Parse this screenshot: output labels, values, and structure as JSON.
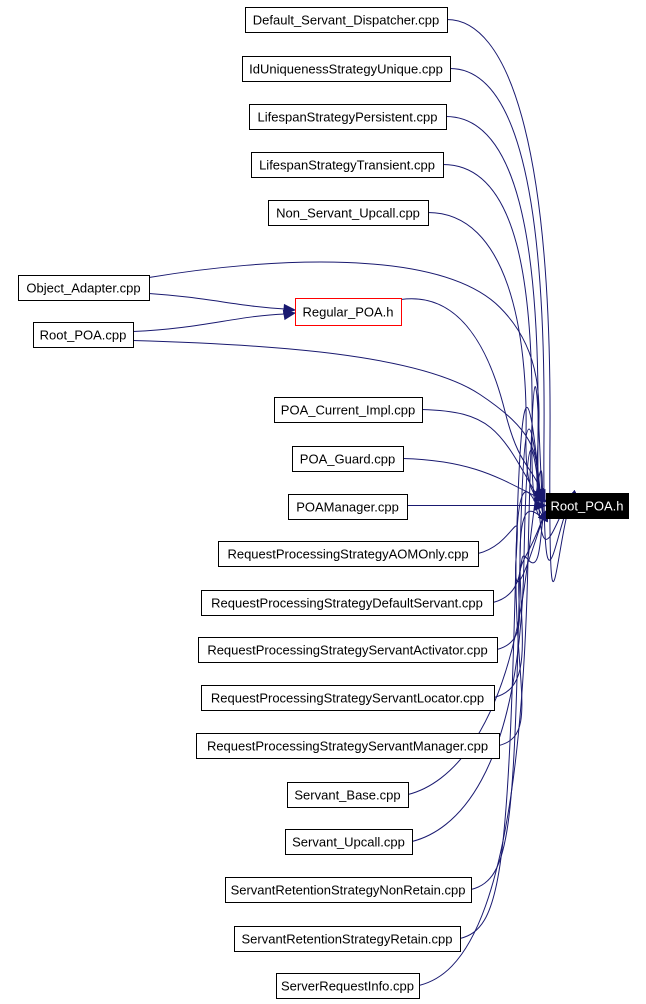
{
  "target": "Root_POA.h",
  "intermediate": "Regular_POA.h",
  "sources_top": [
    "Default_Servant_Dispatcher.cpp",
    "IdUniquenessStrategyUnique.cpp",
    "LifespanStrategyPersistent.cpp",
    "LifespanStrategyTransient.cpp",
    "Non_Servant_Upcall.cpp"
  ],
  "sources_to_intermediate": [
    "Object_Adapter.cpp",
    "Root_POA.cpp"
  ],
  "sources_bottom": [
    "POA_Current_Impl.cpp",
    "POA_Guard.cpp",
    "POAManager.cpp",
    "RequestProcessingStrategyAOMOnly.cpp",
    "RequestProcessingStrategyDefaultServant.cpp",
    "RequestProcessingStrategyServantActivator.cpp",
    "RequestProcessingStrategyServantLocator.cpp",
    "RequestProcessingStrategyServantManager.cpp",
    "Servant_Base.cpp",
    "Servant_Upcall.cpp",
    "ServantRetentionStrategyNonRetain.cpp",
    "ServantRetentionStrategyRetain.cpp",
    "ServerRequestInfo.cpp"
  ],
  "colors": {
    "edge": "#191970",
    "target_fill": "#000000",
    "target_text": "#ffffff",
    "intermediate_border": "#ff0000",
    "node_border": "#000000"
  }
}
